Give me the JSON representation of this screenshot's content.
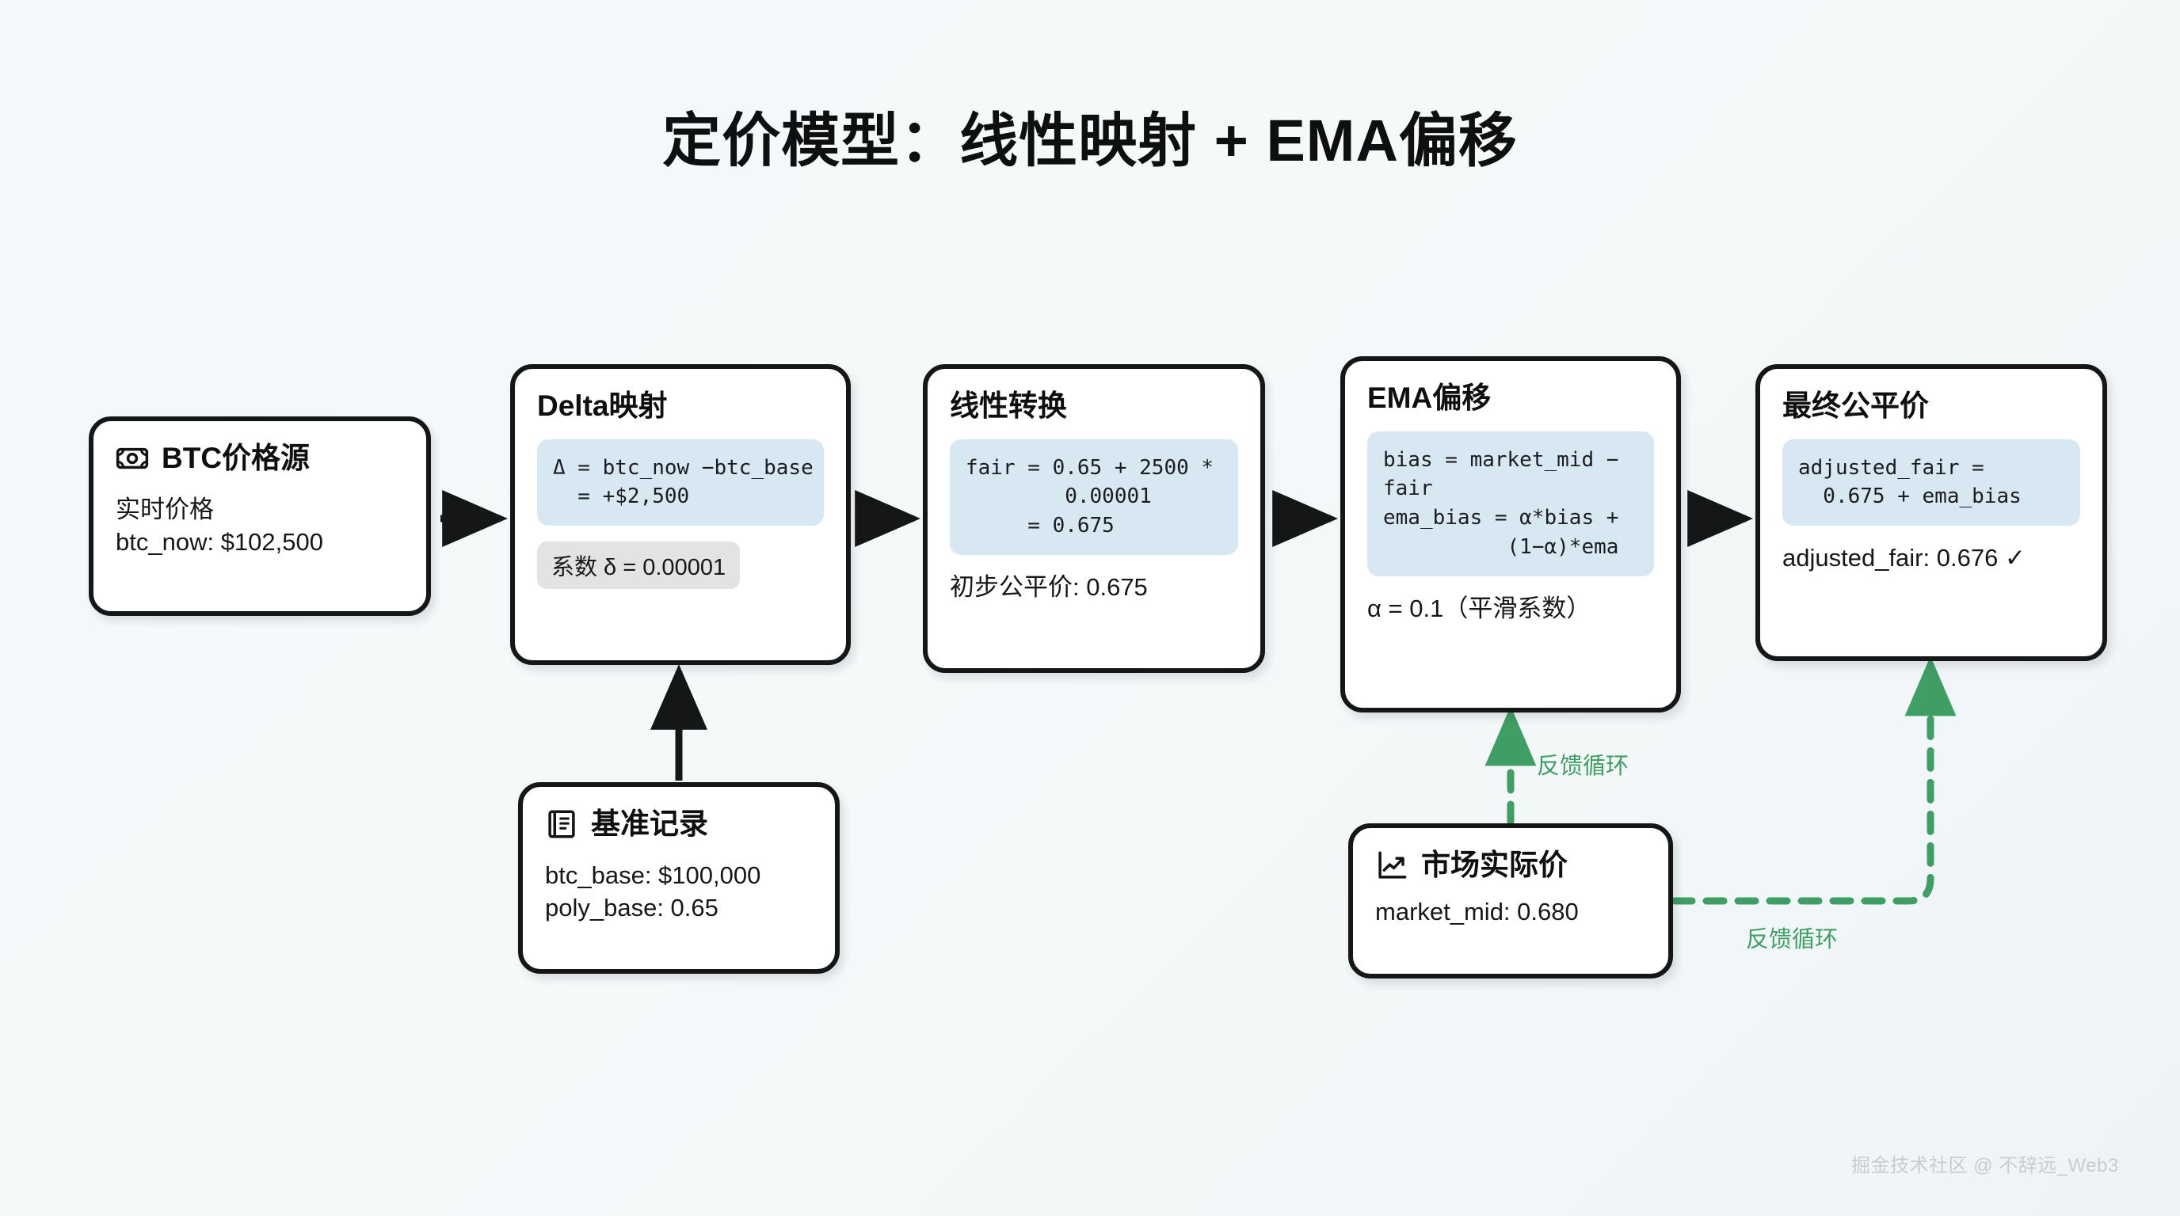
{
  "page": {
    "title": "定价模型：线性映射 + EMA偏移",
    "watermark": "掘金技术社区 @ 不辞远_Web3",
    "background": "#f4f8fa",
    "accent_green": "#3f9e63",
    "code_bg": "#d8e8f3",
    "border_color": "#141618"
  },
  "nodes": {
    "btc_source": {
      "icon": "banknote-icon",
      "title": "BTC价格源",
      "line1": "实时价格",
      "line2": "btc_now: $102,500"
    },
    "delta_map": {
      "title": "Delta映射",
      "code": "Δ = btc_now −btc_base\n  = +$2,500",
      "badge": "系数 δ = 0.00001"
    },
    "linear_transform": {
      "title": "线性转换",
      "code": "fair = 0.65 + 2500 *\n        0.00001\n     = 0.675",
      "result": "初步公平价: 0.675"
    },
    "ema_shift": {
      "title": "EMA偏移",
      "code": "bias = market_mid −\nfair\nema_bias = α*bias +\n          (1−α)*ema",
      "note": "α = 0.1（平滑系数）"
    },
    "final_fair": {
      "title": "最终公平价",
      "code": "adjusted_fair =\n  0.675 + ema_bias",
      "result": "adjusted_fair: 0.676 ✓"
    },
    "baseline_record": {
      "icon": "book-icon",
      "title": "基准记录",
      "line1": "btc_base: $100,000",
      "line2": "poly_base: 0.65"
    },
    "market_actual": {
      "icon": "chart-line-up-icon",
      "title": "市场实际价",
      "line1": "market_mid: 0.680"
    }
  },
  "edges": {
    "feedback_1_label": "反馈循环",
    "feedback_2_label": "反馈循环"
  }
}
